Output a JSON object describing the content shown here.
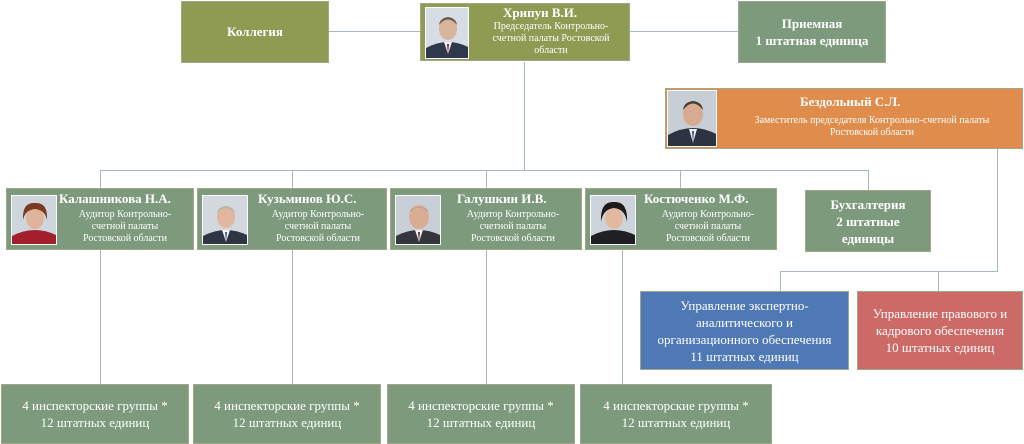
{
  "collegium": "Коллегия",
  "chair": {
    "name": "Хрипун В.И.",
    "role": [
      "Председатель Контрольно-",
      "счетной палаты Ростовской",
      "области"
    ]
  },
  "reception": {
    "title": "Приемная",
    "units": "1 штатная единица"
  },
  "deputy": {
    "name": "Бездольный С.Л.",
    "role": [
      "Заместитель председателя Контрольно-счетной палаты",
      "Ростовской области"
    ]
  },
  "auditors": [
    {
      "name": "Калашникова Н.А.",
      "role": [
        "Аудитор Контрольно-",
        "счетной палаты",
        "Ростовской области"
      ]
    },
    {
      "name": "Кузьминов Ю.С.",
      "role": [
        "Аудитор Контрольно-",
        "счетной палаты",
        "Ростовской области"
      ]
    },
    {
      "name": "Галушкин И.В.",
      "role": [
        "Аудитор Контрольно-",
        "счетной палаты",
        "Ростовской области"
      ]
    },
    {
      "name": "Костюченко М.Ф.",
      "role": [
        "Аудитор Контрольно-",
        "счетной палаты",
        "Ростовской области"
      ]
    }
  ],
  "accounting": [
    "Бухгалтерия",
    "2 штатные",
    "единицы"
  ],
  "expert_dept": [
    "Управление экспертно-",
    "аналитического и",
    "организационного обеспечения",
    "11 штатных единиц"
  ],
  "legal_dept": [
    "Управление правового и",
    "кадрового обеспечения",
    "10 штатных единиц"
  ],
  "groups": [
    {
      "line1": "4 инспекторские группы *",
      "line2": "12 штатных единиц"
    },
    {
      "line1": "4 инспекторские группы *",
      "line2": "12 штатных единиц"
    },
    {
      "line1": "4 инспекторские группы *",
      "line2": "12 штатных единиц"
    },
    {
      "line1": "4 инспекторские группы *",
      "line2": "12 штатных единиц"
    }
  ],
  "colors": {
    "olive": "#8f9a52",
    "gray_green": "#7d9a7c",
    "orange": "#e08c4c",
    "blue": "#4f79b4",
    "red": "#cb6a67",
    "connector": "#a5b8bf"
  }
}
